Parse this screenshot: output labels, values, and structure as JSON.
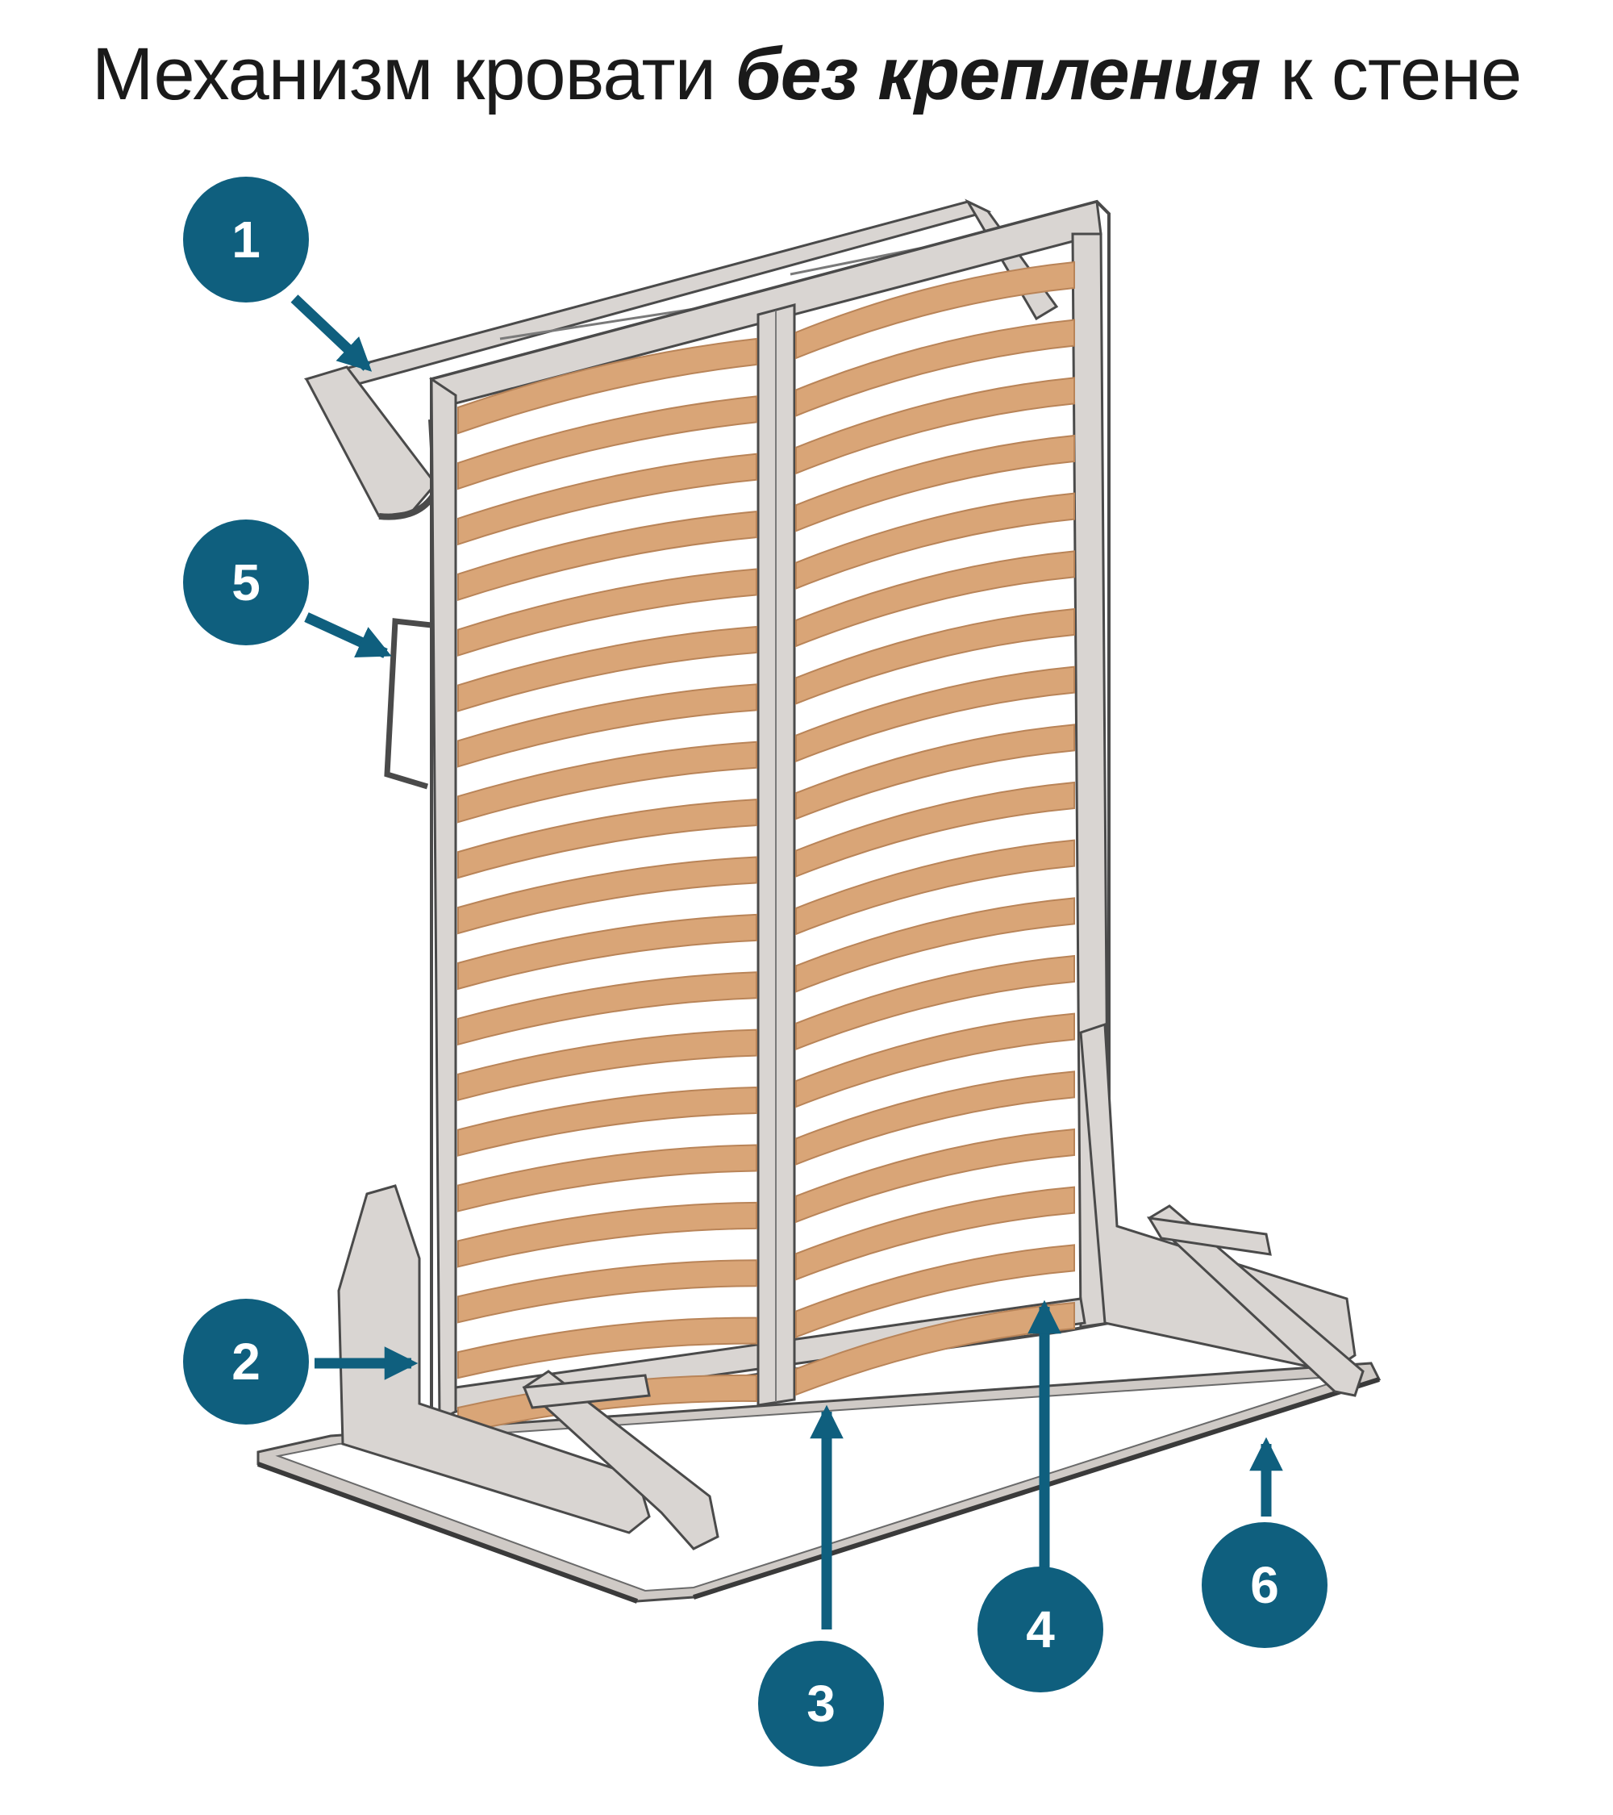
{
  "title": {
    "part1": "Механизм кровати ",
    "part2": "без крепления",
    "part3": " к стене"
  },
  "callouts": [
    {
      "id": "1",
      "label": "1"
    },
    {
      "id": "2",
      "label": "2"
    },
    {
      "id": "3",
      "label": "3"
    },
    {
      "id": "4",
      "label": "4"
    },
    {
      "id": "5",
      "label": "5"
    },
    {
      "id": "6",
      "label": "6"
    }
  ],
  "colors": {
    "callout": "#0f5f7e",
    "frame": "#d9d5d2",
    "frame_stroke": "#4a4a4a",
    "slat": "#d9a577",
    "slat_dark": "#b98458"
  }
}
